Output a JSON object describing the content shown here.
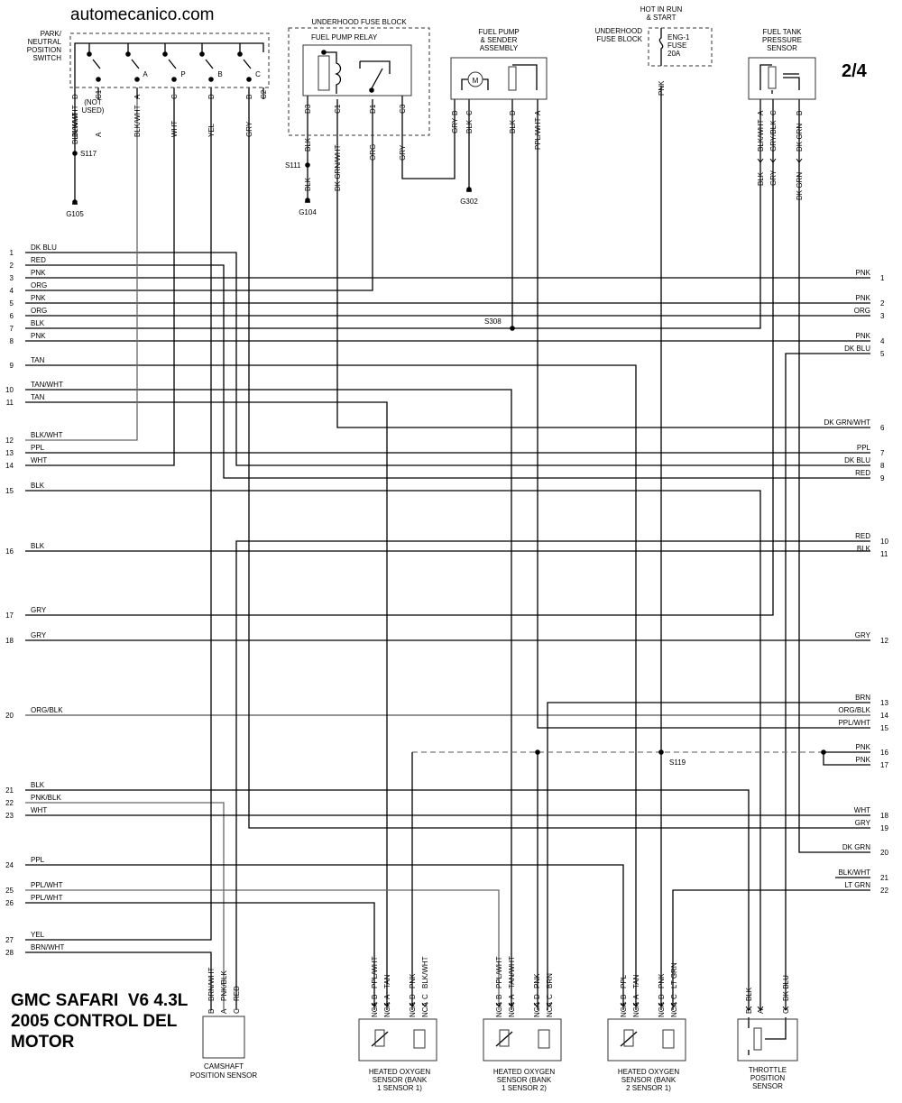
{
  "header": {
    "site": "automecanico.com",
    "page": "2/4"
  },
  "title": {
    "line1": "GMC SAFARI  V6 4.3L",
    "line2": "2005 CONTROL DEL",
    "line3": "MOTOR"
  },
  "components": {
    "park_neutral": [
      "PARK/",
      "NEUTRAL",
      "POSITION",
      "SWITCH"
    ],
    "park_neutral_notused": [
      "(NOT",
      "USED)"
    ],
    "park_neutral_pins": [
      {
        "wire": "BLK/WHT",
        "pin": "D"
      },
      {
        "wire": "A",
        "pin": "C1"
      },
      {
        "wire": "BLK/WHT",
        "pin": "A"
      },
      {
        "wire": "WHT",
        "pin": "C"
      },
      {
        "wire": "YEL",
        "pin": "D"
      },
      {
        "wire": "GRY",
        "pin": "B"
      },
      {
        "wire": "",
        "pin": "C2"
      }
    ],
    "switch_positions": [
      "A",
      "P",
      "B",
      "C"
    ],
    "fuse_block": "UNDERHOOD FUSE BLOCK",
    "fuel_pump_relay": "FUEL PUMP RELAY",
    "relay_pins": [
      "D3",
      "C1",
      "D1",
      "C3"
    ],
    "fuel_pump": [
      "FUEL PUMP",
      "& SENDER",
      "ASSEMBLY"
    ],
    "fuel_pump_pins": [
      {
        "wire": "GRY",
        "pin": "B"
      },
      {
        "wire": "BLK",
        "pin": "C"
      },
      {
        "wire": "BLK",
        "pin": "D"
      },
      {
        "wire": "PPL/WHT",
        "pin": "A"
      }
    ],
    "hot_in_run": [
      "HOT IN RUN",
      "& START"
    ],
    "underhood2": [
      "UNDERHOOD",
      "FUSE BLOCK"
    ],
    "fuse": [
      "ENG-1",
      "FUSE",
      "20A"
    ],
    "fuse_wire": "PNK",
    "fuel_tank": [
      "FUEL TANK",
      "PRESSURE",
      "SENSOR"
    ],
    "fuel_tank_pins": [
      {
        "wire": "BLK/WHT",
        "pin": "A"
      },
      {
        "wire": "GRY/BLK",
        "pin": "C"
      },
      {
        "wire": "DK GRN",
        "pin": "B"
      }
    ],
    "fuel_tank_lower": [
      "BLK",
      "GRY",
      "DK GRN"
    ],
    "cam": [
      "CAMSHAFT",
      "POSITION SENSOR"
    ],
    "cam_pins": [
      {
        "wire": "BRN/WHT",
        "pin": "B"
      },
      {
        "wire": "PNK/BLK",
        "pin": "A"
      },
      {
        "wire": "RED",
        "pin": "C"
      }
    ],
    "ho2s_b1s1": [
      "HEATED OXYGEN",
      "SENSOR (BANK",
      "1 SENSOR 1)"
    ],
    "ho2s_b1s2": [
      "HEATED OXYGEN",
      "SENSOR (BANK",
      "1 SENSOR 2)"
    ],
    "ho2s_b2s1": [
      "HEATED OXYGEN",
      "SENSOR (BANK",
      "2 SENSOR 1)"
    ],
    "ho2s_b1s1_pins": [
      {
        "wire": "PPL/WHT",
        "pin": "B"
      },
      {
        "wire": "TAN",
        "pin": "A"
      },
      {
        "wire": "PNK",
        "pin": "D"
      },
      {
        "wire": "BLK/WHT",
        "pin": "C"
      }
    ],
    "ho2s_b1s2_pins": [
      {
        "wire": "PPL/WHT",
        "pin": "B"
      },
      {
        "wire": "TAN/WHT",
        "pin": "A"
      },
      {
        "wire": "PNK",
        "pin": "D"
      },
      {
        "wire": "BRN",
        "pin": "C"
      }
    ],
    "ho2s_b2s1_pins": [
      {
        "wire": "PPL",
        "pin": "B"
      },
      {
        "wire": "TAN",
        "pin": "A"
      },
      {
        "wire": "PNK",
        "pin": "D"
      },
      {
        "wire": "LT GRN",
        "pin": "C"
      }
    ],
    "tps": [
      "THROTTLE",
      "POSITION",
      "SENSOR"
    ],
    "tps_pins": [
      {
        "wire": "BLK",
        "pin": "B"
      },
      {
        "wire": "",
        "pin": "A"
      },
      {
        "wire": "DK BLU",
        "pin": "C"
      }
    ],
    "nca": "NCA"
  },
  "splices": [
    "S117",
    "S111",
    "S308",
    "S119"
  ],
  "grounds": [
    "G105",
    "G104",
    "G302"
  ],
  "vertical_wire_labels": {
    "s117_up": "BLK/WHT",
    "s117_down": "BLK/WHT",
    "relay_d3": "BLK",
    "relay_d3_low": "BLK",
    "relay_c1": "DK GRN/WHT",
    "relay_d1": "ORG",
    "relay_c3": "GRY"
  },
  "left_connector": [
    {
      "n": "1",
      "c": "DK BLU"
    },
    {
      "n": "2",
      "c": "RED"
    },
    {
      "n": "3",
      "c": "PNK"
    },
    {
      "n": "4",
      "c": "ORG"
    },
    {
      "n": "5",
      "c": "PNK"
    },
    {
      "n": "6",
      "c": "ORG"
    },
    {
      "n": "7",
      "c": "BLK"
    },
    {
      "n": "8",
      "c": "PNK"
    },
    {
      "n": "9",
      "c": "TAN"
    },
    {
      "n": "10",
      "c": "TAN/WHT"
    },
    {
      "n": "11",
      "c": "TAN"
    },
    {
      "n": "12",
      "c": "BLK/WHT"
    },
    {
      "n": "13",
      "c": "PPL"
    },
    {
      "n": "14",
      "c": "WHT"
    },
    {
      "n": "15",
      "c": "BLK"
    },
    {
      "n": "16",
      "c": "BLK"
    },
    {
      "n": "17",
      "c": "GRY"
    },
    {
      "n": "18",
      "c": "GRY"
    },
    {
      "n": "20",
      "c": "ORG/BLK"
    },
    {
      "n": "21",
      "c": "BLK"
    },
    {
      "n": "22",
      "c": "PNK/BLK"
    },
    {
      "n": "23",
      "c": "WHT"
    },
    {
      "n": "24",
      "c": "PPL"
    },
    {
      "n": "25",
      "c": "PPL/WHT"
    },
    {
      "n": "26",
      "c": "PPL/WHT"
    },
    {
      "n": "27",
      "c": "YEL"
    },
    {
      "n": "28",
      "c": "BRN/WHT"
    }
  ],
  "right_connector": [
    {
      "n": "1",
      "c": "PNK"
    },
    {
      "n": "2",
      "c": "PNK"
    },
    {
      "n": "3",
      "c": "ORG"
    },
    {
      "n": "4",
      "c": "PNK"
    },
    {
      "n": "5",
      "c": "DK BLU"
    },
    {
      "n": "6",
      "c": "DK GRN/WHT"
    },
    {
      "n": "7",
      "c": "PPL"
    },
    {
      "n": "8",
      "c": "DK BLU"
    },
    {
      "n": "9",
      "c": "RED"
    },
    {
      "n": "10",
      "c": "RED"
    },
    {
      "n": "11",
      "c": "BLK"
    },
    {
      "n": "12",
      "c": "GRY"
    },
    {
      "n": "13",
      "c": "BRN"
    },
    {
      "n": "14",
      "c": "ORG/BLK"
    },
    {
      "n": "15",
      "c": "PPL/WHT"
    },
    {
      "n": "16",
      "c": "PNK"
    },
    {
      "n": "17",
      "c": "PNK"
    },
    {
      "n": "18",
      "c": "WHT"
    },
    {
      "n": "19",
      "c": "GRY"
    },
    {
      "n": "20",
      "c": "DK GRN"
    },
    {
      "n": "21",
      "c": "BLK/WHT"
    },
    {
      "n": "22",
      "c": "LT GRN"
    }
  ]
}
